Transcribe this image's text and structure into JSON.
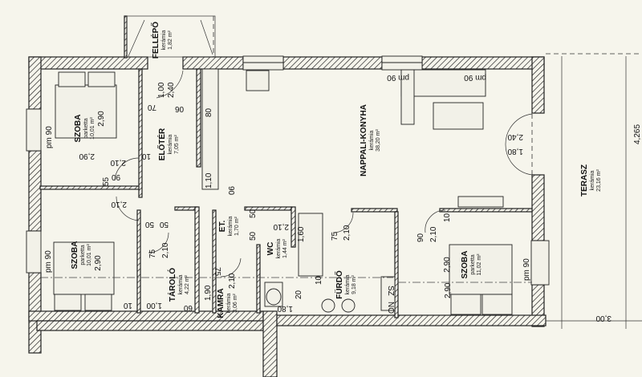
{
  "rooms": {
    "fellepo": {
      "name": "FELLÉPŐ",
      "floor": "kerámia",
      "area": "1,82 m²"
    },
    "szoba1": {
      "name": "SZOBA",
      "floor": "parketta",
      "area": "10,01 m²",
      "height": "2,90"
    },
    "eloter": {
      "name": "ELŐTÉR",
      "floor": "kerámia",
      "area": "7,05 m²"
    },
    "szoba2": {
      "name": "SZOBA",
      "floor": "parketta",
      "area": "10,01 m²",
      "height": "2,90"
    },
    "tarolo": {
      "name": "TÁROLÓ",
      "floor": "kerámia",
      "area": "4,22 m²"
    },
    "kamra": {
      "name": "KAMRA",
      "floor": "kerámia",
      "area": "3,06 m²"
    },
    "et": {
      "name": "ET.",
      "floor": "kerámia",
      "area": "1,70 m²"
    },
    "wc": {
      "name": "WC",
      "floor": "kerámia",
      "area": "1,44 m²"
    },
    "furdo": {
      "name": "FÜRDŐ",
      "floor": "kerámia",
      "area": "9,18 m²"
    },
    "nappali": {
      "name": "NAPPALI-KONYHA",
      "floor": "kerámia",
      "area": "38,20 m²"
    },
    "szoba3": {
      "name": "SZOBA",
      "floor": "parketta",
      "area": "11,02 m²",
      "height": "2,90"
    },
    "terasz": {
      "name": "TERASZ",
      "floor": "kerámia",
      "area": "23,16 m²"
    }
  },
  "dims": {
    "d1": "1,00",
    "d2": "2,40",
    "d3": "70",
    "d4": "90",
    "d5": "80",
    "d6": "pm 90",
    "d7": "2,90",
    "d8": "2,10",
    "d9": "10",
    "d10": "55",
    "d11": "06",
    "d12": "1,10",
    "d13": "2,10",
    "d14": "90",
    "d15": "pm 90",
    "d16": "50",
    "d17": "50",
    "d18": "75",
    "d19": "2,10",
    "d20": "1,00",
    "d21": "60",
    "d22": "10",
    "d23": "1,90",
    "d24": "75",
    "d25": "2,10",
    "d26": "50",
    "d27": "50",
    "d28": "2,10",
    "d29": "1,60",
    "d30": "75",
    "d31": "2,10",
    "d32": "20",
    "d33": "1,80",
    "d34": "90",
    "d35": "2,10",
    "d36": "10",
    "d37": "2,90",
    "d38": "pm 90",
    "d39": "pm 90",
    "d40": "pm 90",
    "d41": "2,40",
    "d42": "1,80",
    "d43": "3,00",
    "d44": "4,265",
    "d45": "SZ",
    "d46": "NO",
    "d47": "10"
  }
}
